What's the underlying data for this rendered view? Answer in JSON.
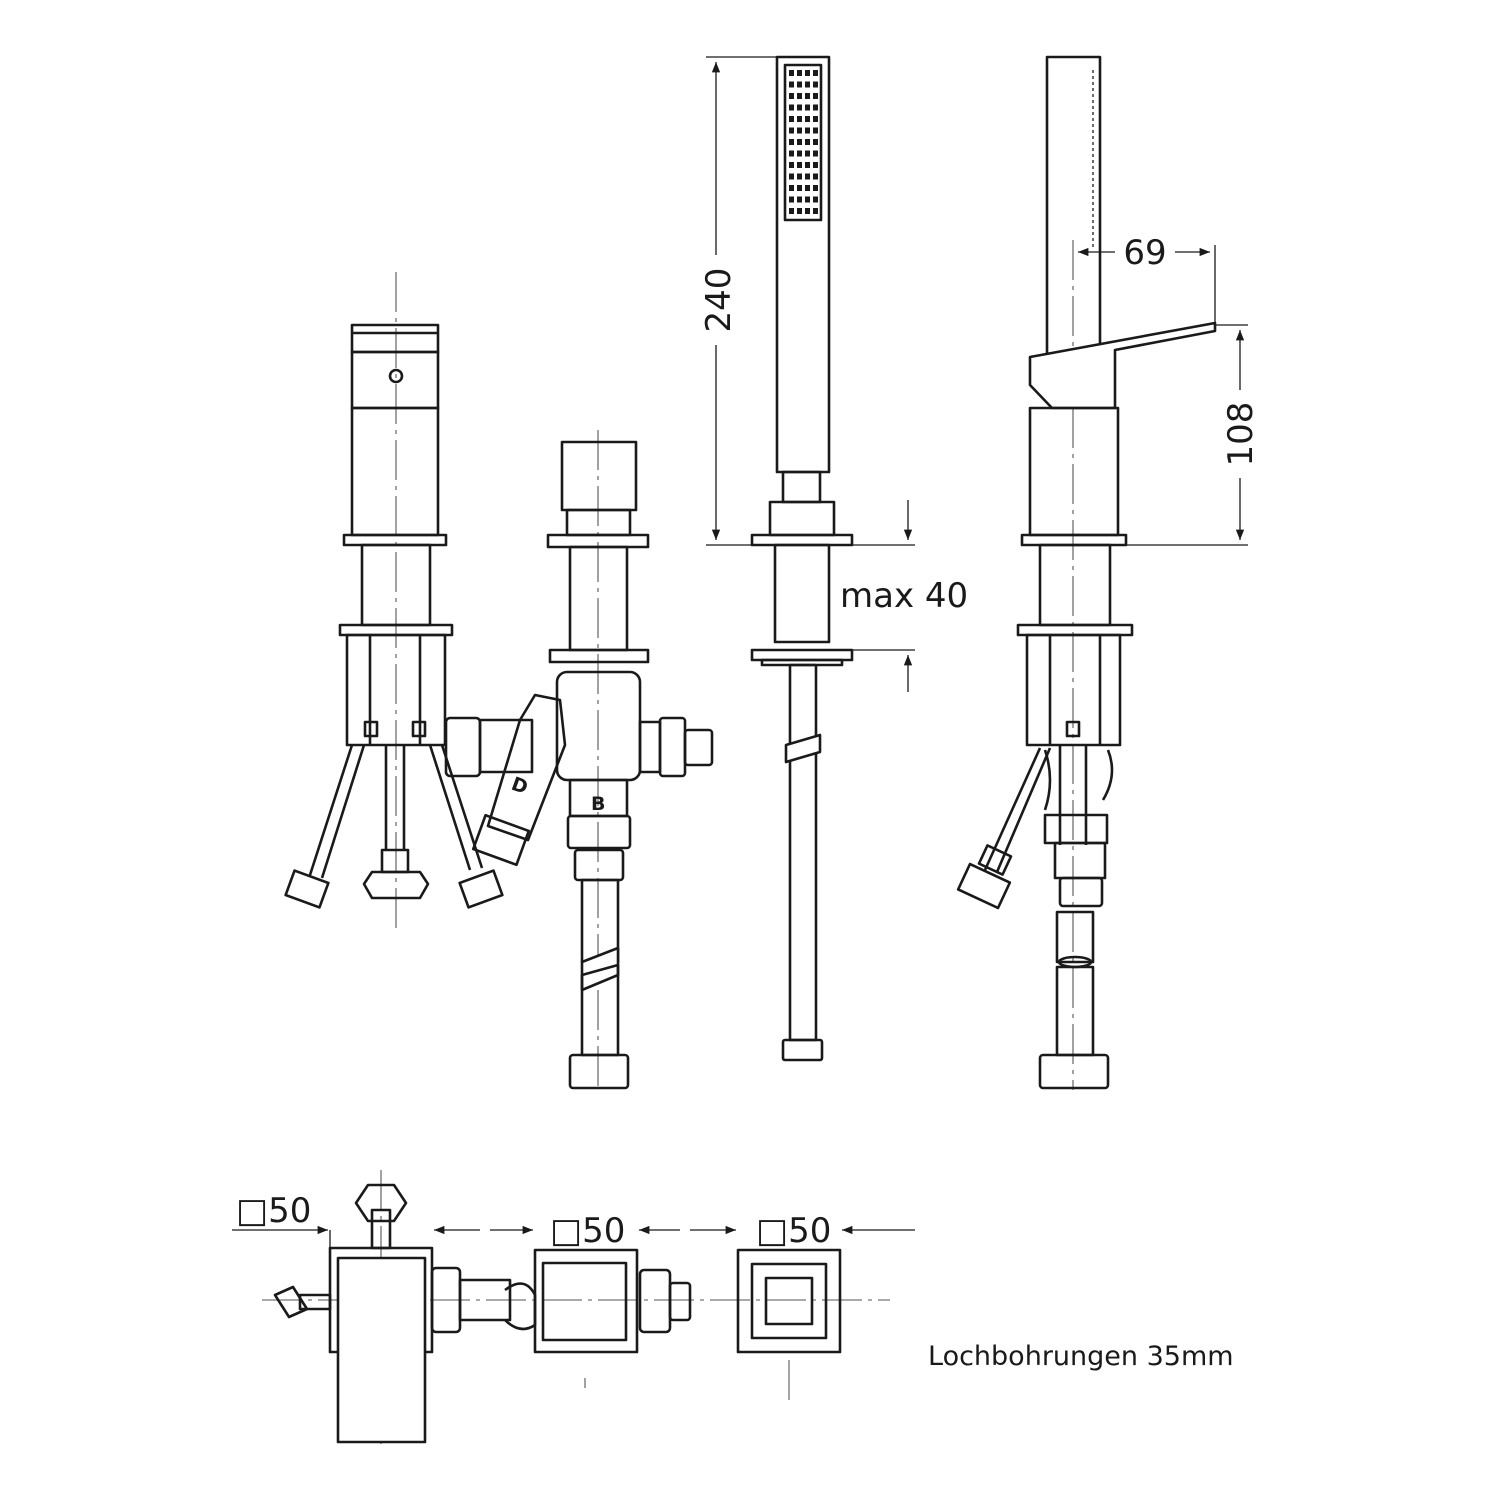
{
  "dimensions": {
    "hand_shower_height": "240",
    "lever_reach": "69",
    "mixer_height": "108",
    "max_deck_thickness": "max 40",
    "square_left": "□50",
    "square_middle": "□50",
    "square_right": "□50"
  },
  "valve_labels": {
    "diverter_handle": "D",
    "diverter_outlet": "B"
  },
  "note": "Lochbohrungen 35mm",
  "colors": {
    "line": "#1a1a1a",
    "background": "#ffffff"
  }
}
